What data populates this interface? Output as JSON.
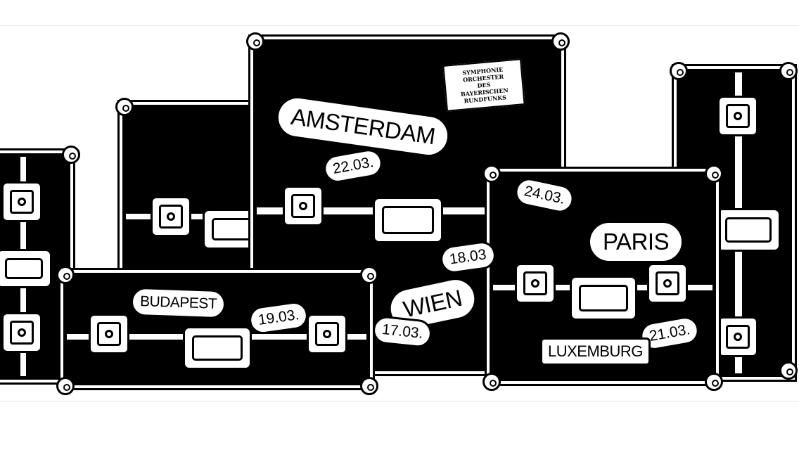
{
  "orchestra_sticker": {
    "lines": [
      "SYMPHONIE",
      "ORCHESTER",
      "DES",
      "BAYERISCHEN",
      "RUNDFUNKS"
    ]
  },
  "tour_stops": [
    {
      "city": "AMSTERDAM",
      "date": "22.03."
    },
    {
      "city": "BUDAPEST",
      "date": "19.03."
    },
    {
      "city": "WIEN",
      "date": "17.03.",
      "date2": "18.03"
    },
    {
      "city": "PARIS",
      "date": "24.03."
    },
    {
      "city": "LUXEMBURG",
      "date": "21.03."
    }
  ],
  "colors": {
    "case": "#000000",
    "trim": "#ffffff",
    "background": "#ffffff"
  }
}
